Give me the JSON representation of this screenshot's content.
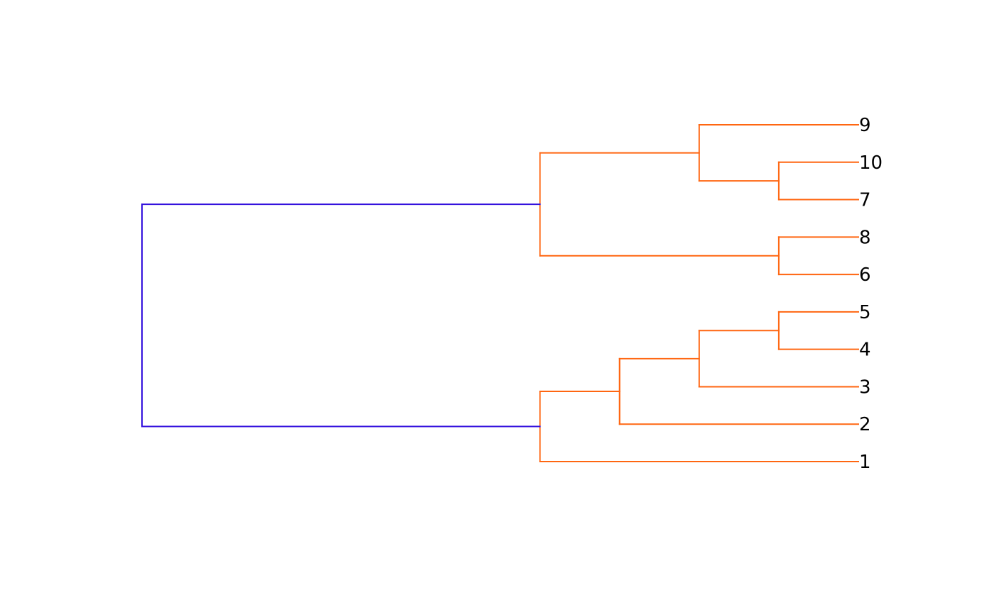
{
  "chart_data": {
    "type": "dendrogram",
    "orientation": "horizontal",
    "title": "",
    "xlabel": "",
    "ylabel": "",
    "axes_visible": false,
    "leaf_order": [
      "9",
      "10",
      "7",
      "8",
      "6",
      "5",
      "4",
      "3",
      "2",
      "1"
    ],
    "height_range": [
      0,
      9
    ],
    "merges": [
      {
        "id": "m_10_7",
        "children": [
          "10",
          "7"
        ],
        "height": 1,
        "color": "#ff6611"
      },
      {
        "id": "m_8_6",
        "children": [
          "8",
          "6"
        ],
        "height": 1,
        "color": "#ff6611"
      },
      {
        "id": "m_5_4",
        "children": [
          "5",
          "4"
        ],
        "height": 1,
        "color": "#ff6611"
      },
      {
        "id": "m_9_10_7",
        "children": [
          "9",
          "m_10_7"
        ],
        "height": 2,
        "color": "#ff6611"
      },
      {
        "id": "m_54_3",
        "children": [
          "m_5_4",
          "3"
        ],
        "height": 2,
        "color": "#ff6611"
      },
      {
        "id": "m_543_2",
        "children": [
          "m_54_3",
          "2"
        ],
        "height": 3,
        "color": "#ff6611"
      },
      {
        "id": "m_top",
        "children": [
          "m_9_10_7",
          "m_8_6"
        ],
        "height": 4,
        "color": "#ff6611"
      },
      {
        "id": "m_bottom",
        "children": [
          "m_543_2",
          "1"
        ],
        "height": 4,
        "color": "#ff6611"
      },
      {
        "id": "m_root",
        "children": [
          "m_top",
          "m_bottom"
        ],
        "height": 9,
        "color": "#3311dd"
      }
    ],
    "colors": {
      "cluster_branch": "#ff6611",
      "root_branch": "#3311dd",
      "label": "#000000"
    }
  }
}
